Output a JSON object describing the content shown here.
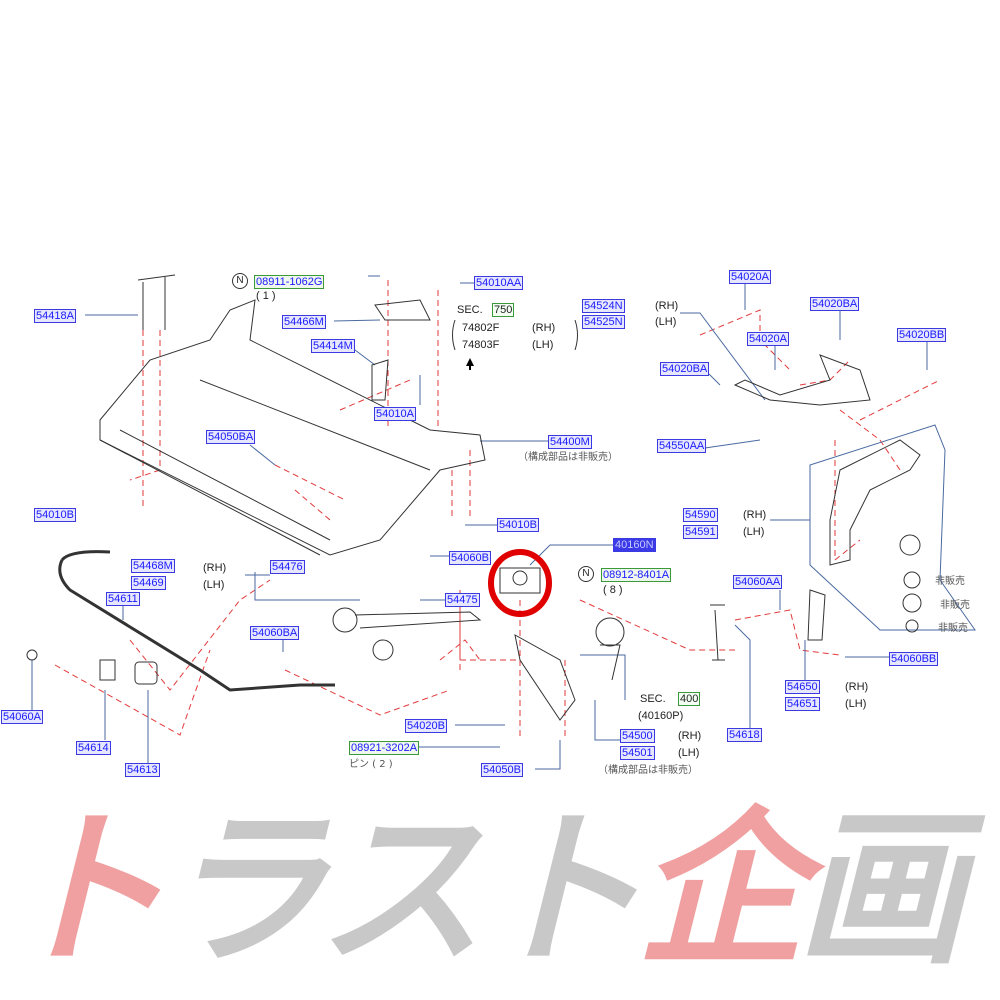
{
  "diagram": {
    "labels": [
      {
        "id": "08911-1062G",
        "text": "08911-1062G"
      },
      {
        "id": "54418A",
        "text": "54418A"
      },
      {
        "id": "54466M",
        "text": "54466M"
      },
      {
        "id": "54414M",
        "text": "54414M"
      },
      {
        "id": "54010AA",
        "text": "54010AA"
      },
      {
        "id": "54524N",
        "text": "54524N"
      },
      {
        "id": "54525N",
        "text": "54525N"
      },
      {
        "id": "54010A",
        "text": "54010A"
      },
      {
        "id": "54050BA",
        "text": "54050BA"
      },
      {
        "id": "54400M",
        "text": "54400M"
      },
      {
        "id": "54010B-left",
        "text": "54010B"
      },
      {
        "id": "54010B-right",
        "text": "54010B"
      },
      {
        "id": "54060B",
        "text": "54060B"
      },
      {
        "id": "40160N",
        "text": "40160N"
      },
      {
        "id": "08912-8401A",
        "text": "08912-8401A"
      },
      {
        "id": "54468M",
        "text": "54468M"
      },
      {
        "id": "54469",
        "text": "54469"
      },
      {
        "id": "54476",
        "text": "54476"
      },
      {
        "id": "54611",
        "text": "54611"
      },
      {
        "id": "54475",
        "text": "54475"
      },
      {
        "id": "54060BA",
        "text": "54060BA"
      },
      {
        "id": "54060A",
        "text": "54060A"
      },
      {
        "id": "54614",
        "text": "54614"
      },
      {
        "id": "54613",
        "text": "54613"
      },
      {
        "id": "54020B",
        "text": "54020B"
      },
      {
        "id": "08921-3202A",
        "text": "08921-3202A"
      },
      {
        "id": "54050B",
        "text": "54050B"
      },
      {
        "id": "54020A-top",
        "text": "54020A"
      },
      {
        "id": "54020BA-top",
        "text": "54020BA"
      },
      {
        "id": "54020A-mid",
        "text": "54020A"
      },
      {
        "id": "54020BB",
        "text": "54020BB"
      },
      {
        "id": "54020BA-left",
        "text": "54020BA"
      },
      {
        "id": "54550AA",
        "text": "54550AA"
      },
      {
        "id": "54590",
        "text": "54590"
      },
      {
        "id": "54591",
        "text": "54591"
      },
      {
        "id": "54060AA",
        "text": "54060AA"
      },
      {
        "id": "54060BB",
        "text": "54060BB"
      },
      {
        "id": "54650",
        "text": "54650"
      },
      {
        "id": "54651",
        "text": "54651"
      },
      {
        "id": "54618",
        "text": "54618"
      },
      {
        "id": "54500",
        "text": "54500"
      },
      {
        "id": "54501",
        "text": "54501"
      }
    ],
    "notes": {
      "qty1": "( 1 )",
      "qty8": "( 8 )",
      "pin2": "ピン ( 2 )",
      "n_mark": "N",
      "rh": "(RH)",
      "lh": "(LH)",
      "sec": "SEC.",
      "sec750_code": "750",
      "sec400_code": "400",
      "p74802F": "74802F",
      "p74803F": "74803F",
      "p40160P": "(40160P)",
      "not_sold_assembly": "（構成部品は非販売）",
      "not_sold": "非販売"
    },
    "highlight_color": "#e00000",
    "label_color": "#1a1aff"
  },
  "watermark": {
    "chars": [
      "ト",
      "ラ",
      "ス",
      "ト",
      "企",
      "画"
    ]
  }
}
